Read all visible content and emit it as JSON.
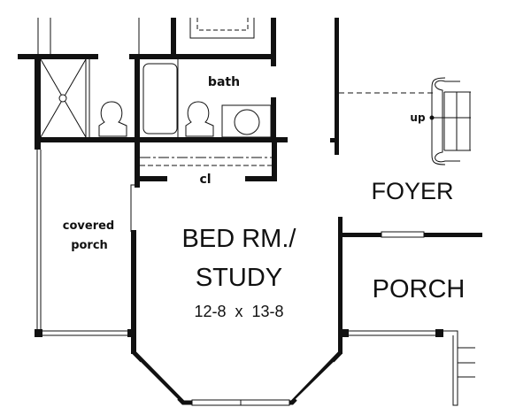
{
  "rooms": {
    "bath": "bath",
    "closet": "cl",
    "covered_porch_line1": "covered",
    "covered_porch_line2": "porch",
    "bedroom_line1": "BED RM./",
    "bedroom_line2": "STUDY",
    "bedroom_size": "12-8  x  13-8",
    "foyer": "FOYER",
    "porch": "PORCH",
    "stairs_up": "up"
  },
  "colors": {
    "ink": "#111111",
    "paper": "#ffffff"
  }
}
